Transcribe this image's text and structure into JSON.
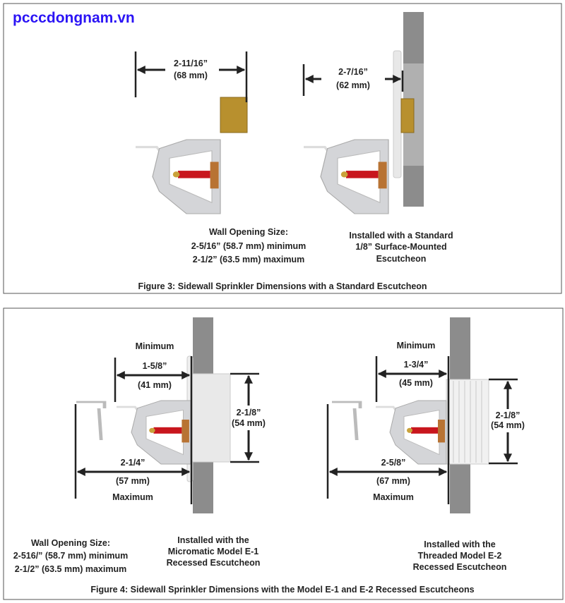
{
  "watermark": "pcccdongnam.vn",
  "figure3": {
    "dim_left": {
      "inch": "2-11/16”",
      "mm": "(68 mm)"
    },
    "dim_right": {
      "inch": "2-7/16”",
      "mm": "(62 mm)"
    },
    "wall_opening": [
      "Wall Opening Size:",
      "2-5/16” (58.7 mm) minimum",
      "2-1/2” (63.5 mm) maximum"
    ],
    "installed": [
      "Installed with a Standard",
      "1/8” Surface-Mounted",
      "Escutcheon"
    ],
    "caption": "Figure 3:  Sidewall Sprinkler Dimensions with a Standard Escutcheon"
  },
  "figure4": {
    "left": {
      "min_label": "Minimum",
      "min_inch": "1-5/8”",
      "min_mm": "(41 mm)",
      "max_label": "Maximum",
      "max_inch": "2-1/4”",
      "max_mm": "(57 mm)",
      "dia_inch": "2-1/8”",
      "dia_mm": "(54 mm)"
    },
    "right": {
      "min_label": "Minimum",
      "min_inch": "1-3/4”",
      "min_mm": "(45 mm)",
      "max_label": "Maximum",
      "max_inch": "2-5/8”",
      "max_mm": "(67 mm)",
      "dia_inch": "2-1/8”",
      "dia_mm": "(54 mm)"
    },
    "wall_opening": [
      "Wall Opening Size:",
      "2-516/” (58.7 mm) minimum",
      "2-1/2” (63.5 mm) maximum"
    ],
    "installed_e1": [
      "Installed with the",
      "Micromatic Model E-1",
      "Recessed Escutcheon"
    ],
    "installed_e2": [
      "Installed with the",
      "Threaded Model E-2",
      "Recessed Escutcheon"
    ],
    "caption": "Figure 4:  Sidewall Sprinkler Dimensions with the Model E-1 and E-2 Recessed Escutcheons"
  },
  "colors": {
    "wall": "#8c8c8c",
    "frame": "#cfd0d2",
    "bulb": "#c8161d",
    "brass": "#b8902e",
    "logo": "#2b14f5"
  }
}
